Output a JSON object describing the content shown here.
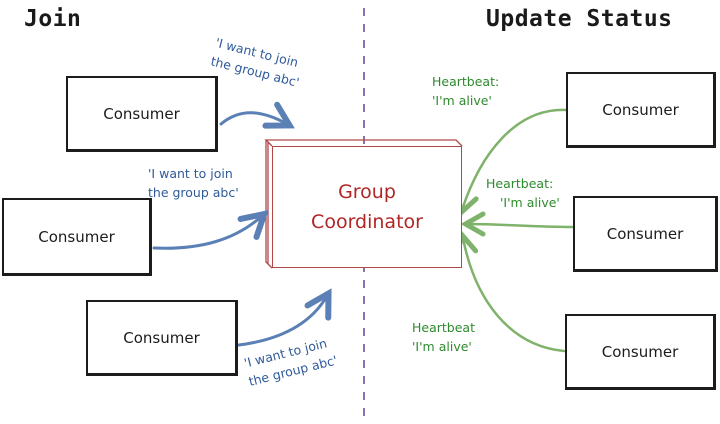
{
  "headings": {
    "join": "Join",
    "update_status": "Update Status"
  },
  "coordinator": {
    "line1": "Group",
    "line2": "Coordinator"
  },
  "consumers_join": [
    {
      "label": "Consumer"
    },
    {
      "label": "Consumer"
    },
    {
      "label": "Consumer"
    }
  ],
  "consumers_status": [
    {
      "label": "Consumer"
    },
    {
      "label": "Consumer"
    },
    {
      "label": "Consumer"
    }
  ],
  "join_messages": [
    {
      "line1": "'I want to join",
      "line2": "the group abc'"
    },
    {
      "line1": "'I want to join",
      "line2": "the group abc'"
    },
    {
      "line1": "'I want to join",
      "line2": "the group abc'"
    }
  ],
  "heartbeats": [
    {
      "line1": "Heartbeat:",
      "line2": "'I'm alive'"
    },
    {
      "line1": "Heartbeat:",
      "line2": "'I'm alive'"
    },
    {
      "line1": "Heartbeat",
      "line2": "'I'm alive'"
    }
  ],
  "colors": {
    "join_arrow": "#5b80b5",
    "heartbeat_arrow": "#7fb26a",
    "coordinator": "#b02626",
    "divider": "#8a72b0"
  }
}
